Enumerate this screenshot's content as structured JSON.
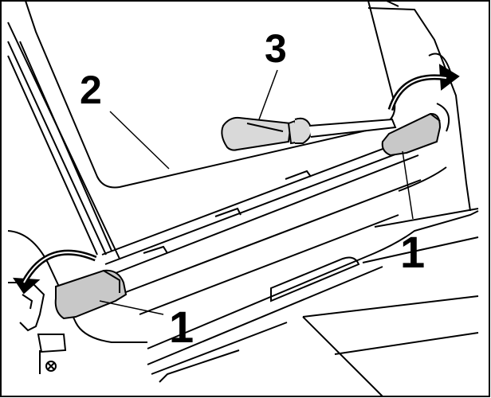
{
  "labels": {
    "clip_right": "1",
    "clip_left": "1",
    "window_panel": "2",
    "screwdriver": "3"
  },
  "colors": {
    "line": "#000000",
    "background": "#ffffff",
    "clip_fill": "#c8c8c8",
    "handle_fill": "#d9d9d9"
  }
}
